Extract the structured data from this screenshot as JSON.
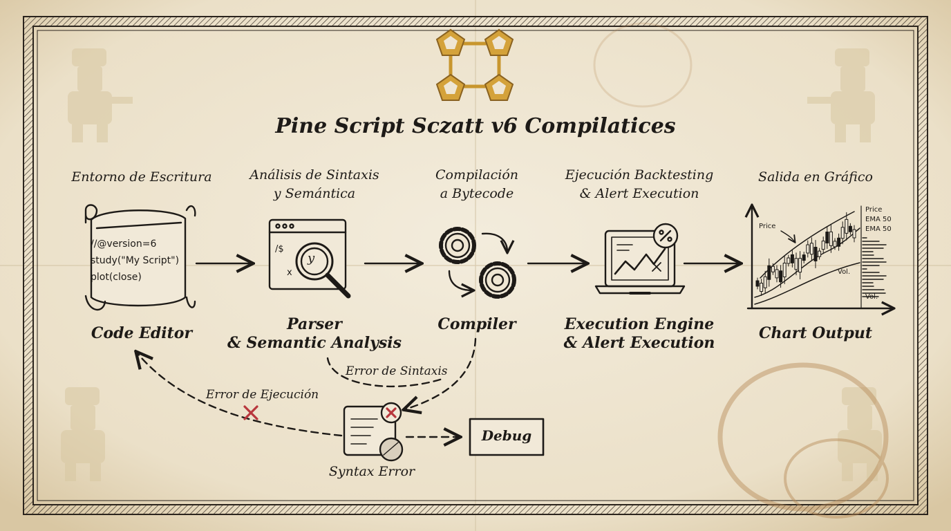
{
  "title": "Pine Script Sczatt v6 Compilatices",
  "stages": [
    {
      "label": "Entorno de Escritura",
      "name": "Code Editor"
    },
    {
      "label_line1": "Análisis de Sintaxis",
      "label_line2": "y Semántica",
      "name_line1": "Parser",
      "name_line2": "& Semantic Analysis"
    },
    {
      "label_line1": "Compilación",
      "label_line2": "a Bytecode",
      "name": "Compiler"
    },
    {
      "label_line1": "Ejecución Backtesting",
      "label_line2": "& Alert Execution",
      "name_line1": "Execution Engine",
      "name_line2": "& Alert Execution"
    },
    {
      "label": "Salida en Gráfico",
      "name": "Chart Output"
    }
  ],
  "code_lines": [
    "//@version=6",
    "study(\"My Script\")",
    "plot(close)"
  ],
  "parser_icon_text": {
    "prompt": "/$",
    "lens": "y",
    "mark": "x"
  },
  "chart_labels": {
    "price": "Price",
    "ema1": "EMA 50",
    "ema2": "EMA 50",
    "vol_mid": "Vol.",
    "vol_bottom": "Vol.",
    "annotation": "Price"
  },
  "error_labels": {
    "syntax": "Error de Sintaxis",
    "runtime": "Error de Ejecución"
  },
  "syntax_error_label": "Syntax Error",
  "debug_label": "Debug",
  "colors": {
    "paper": "#efe6d3",
    "ink": "#1d1a17",
    "gold": "#c8962e",
    "error": "#b8373d",
    "stain": "#b58a55"
  }
}
